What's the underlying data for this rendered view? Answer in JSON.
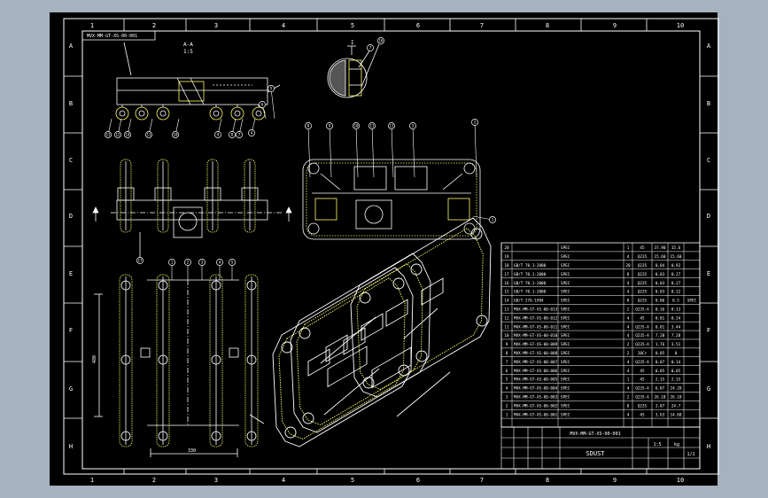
{
  "colors": {
    "background": "#a7b2bf",
    "canvas": "#000000",
    "line": "#ffffff",
    "accent": "#ffff66"
  },
  "frame": {
    "columns_top": [
      "1",
      "2",
      "3",
      "4",
      "5",
      "6",
      "7",
      "8",
      "9",
      "10"
    ],
    "columns_bottom": [
      "1",
      "2",
      "3",
      "4",
      "5",
      "6",
      "7",
      "8",
      "9",
      "10"
    ],
    "rows": [
      "A",
      "B",
      "C",
      "D",
      "E",
      "F",
      "G",
      "H"
    ]
  },
  "views": {
    "top_label": "A-A",
    "top_scale": "1:5",
    "top_tag": "MVX-MM-GT-XS-00-001",
    "section_label": "I",
    "plan_dim_width": "330",
    "plan_dim_height": "480"
  },
  "balloons": {
    "side_view": [
      "13",
      "12",
      "14",
      "11",
      "10",
      "9",
      "8",
      "7",
      "6",
      "5",
      "4"
    ],
    "front_view": [
      "8",
      "9",
      "10",
      "11",
      "13",
      "3",
      "2"
    ],
    "front_view_right": [
      "1"
    ],
    "plan_view": [
      "1",
      "2",
      "3",
      "4",
      "5"
    ],
    "detail": [
      "7",
      "16"
    ],
    "end_view": [
      "17"
    ]
  },
  "bom": {
    "rows": [
      {
        "no": "20",
        "code": "",
        "name": "SPEC",
        "qty": "1",
        "mat": "45",
        "unit": "37.90",
        "total": "15.6",
        "note": ""
      },
      {
        "no": "19",
        "code": "",
        "name": "SPEC",
        "qty": "4",
        "mat": "Q235",
        "unit": "15.60",
        "total": "15.60",
        "note": ""
      },
      {
        "no": "18",
        "code": "GB/T 70.1-2000",
        "name": "SPEC",
        "qty": "20",
        "mat": "Q235",
        "unit": "0.04",
        "total": "0.92",
        "note": ""
      },
      {
        "no": "17",
        "code": "GB/T 70.1-2000",
        "name": "SPEC",
        "qty": "8",
        "mat": "Q235",
        "unit": "0.03",
        "total": "0.27",
        "note": ""
      },
      {
        "no": "16",
        "code": "GB/T 70.1-2000",
        "name": "SPEC",
        "qty": "4",
        "mat": "Q235",
        "unit": "0.03",
        "total": "0.27",
        "note": ""
      },
      {
        "no": "15",
        "code": "GB/T 70.1-2000",
        "name": "SPEC",
        "qty": "4",
        "mat": "Q235",
        "unit": "0.03",
        "total": "0.12",
        "note": ""
      },
      {
        "no": "14",
        "code": "GB/T 276-1994",
        "name": "SPEC",
        "qty": "8",
        "mat": "Q235",
        "unit": "0.06",
        "total": "0.5",
        "note": "SPEC"
      },
      {
        "no": "13",
        "code": "MVX-MM-GT-XS-00-013",
        "name": "SPEC",
        "qty": "2",
        "mat": "Q235-A",
        "unit": "0.16",
        "total": "0.13",
        "note": ""
      },
      {
        "no": "12",
        "code": "MVX-MM-GT-XS-00-012",
        "name": "SPEC",
        "qty": "4",
        "mat": "45",
        "unit": "0.01",
        "total": "0.24",
        "note": ""
      },
      {
        "no": "11",
        "code": "MVX-MM-GT-XS-00-011",
        "name": "SPEC",
        "qty": "4",
        "mat": "Q235-A",
        "unit": "0.81",
        "total": "3.44",
        "note": ""
      },
      {
        "no": "10",
        "code": "MVX-MM-GT-XS-00-010",
        "name": "SPEC",
        "qty": "4",
        "mat": "Q235-A",
        "unit": "7.28",
        "total": "7.28",
        "note": ""
      },
      {
        "no": "9",
        "code": "MVX-MM-GT-XS-00-009",
        "name": "SPEC",
        "qty": "2",
        "mat": "Q235-A",
        "unit": "1.76",
        "total": "3.51",
        "note": ""
      },
      {
        "no": "8",
        "code": "MVX-MM-GT-XS-00-008",
        "name": "SPEC",
        "qty": "2",
        "mat": "20Cr",
        "unit": "0.05",
        "total": "0",
        "note": ""
      },
      {
        "no": "7",
        "code": "MVX-MM-GT-XS-00-007",
        "name": "SPEC",
        "qty": "4",
        "mat": "Q235-A",
        "unit": "0.07",
        "total": "0.14",
        "note": ""
      },
      {
        "no": "6",
        "code": "MVX-MM-GT-XS-00-006",
        "name": "SPEC",
        "qty": "4",
        "mat": "45",
        "unit": "0.05",
        "total": "0.05",
        "note": ""
      },
      {
        "no": "5",
        "code": "MVX-MM-GT-XS-00-005",
        "name": "SPEC",
        "qty": "1",
        "mat": "45",
        "unit": "2.15",
        "total": "2.15",
        "note": ""
      },
      {
        "no": "4",
        "code": "MVX-MM-GT-XS-00-004",
        "name": "SPEC",
        "qty": "4",
        "mat": "Q235-A",
        "unit": "6.07",
        "total": "24.28",
        "note": ""
      },
      {
        "no": "3",
        "code": "MVX-MM-GT-XS-00-003",
        "name": "SPEC",
        "qty": "2",
        "mat": "Q235-A",
        "unit": "26.10",
        "total": "26.10",
        "note": ""
      },
      {
        "no": "2",
        "code": "MVX-MM-GT-XS-00-002",
        "name": "SPEC",
        "qty": "8",
        "mat": "Q235",
        "unit": "3.87",
        "total": "24.7",
        "note": ""
      },
      {
        "no": "1",
        "code": "MVX-MM-GT-XS-00-001",
        "name": "SPEC",
        "qty": "4",
        "mat": "45",
        "unit": "3.63",
        "total": "14.60",
        "note": ""
      }
    ]
  },
  "title_block": {
    "drawing_code": "MVX-MM-GT-XS-00-001",
    "company": "SDUST",
    "scale": "1:5",
    "sheet": "1/1",
    "weight_unit": "kg"
  }
}
